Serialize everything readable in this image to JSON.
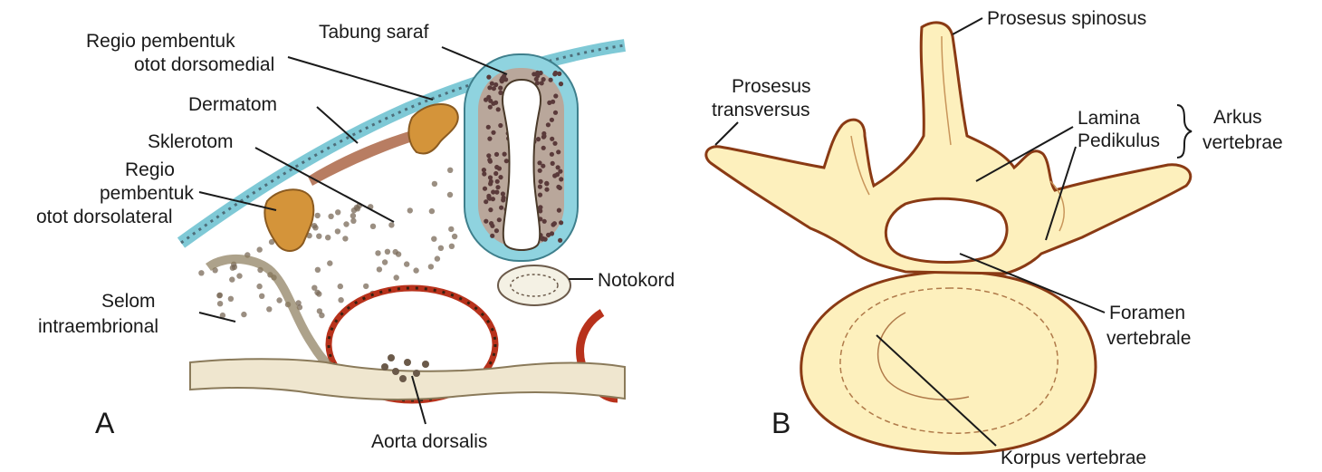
{
  "panel_a": {
    "letter": "A",
    "labels": {
      "regio_dorsomedial_1": "Regio pembentuk",
      "regio_dorsomedial_2": "otot dorsomedial",
      "tabung_saraf": "Tabung saraf",
      "dermatom": "Dermatom",
      "sklerotom": "Sklerotom",
      "regio_dorsolateral_1": "Regio",
      "regio_dorsolateral_2": "pembentuk",
      "regio_dorsolateral_3": "otot dorsolateral",
      "selom_1": "Selom",
      "selom_2": "intraembrional",
      "notokord": "Notokord",
      "aorta_dorsalis": "Aorta dorsalis"
    }
  },
  "panel_b": {
    "letter": "B",
    "labels": {
      "prosesus_spinosus": "Prosesus spinosus",
      "prosesus_transversus_1": "Prosesus",
      "prosesus_transversus_2": "transversus",
      "lamina": "Lamina",
      "pedikulus": "Pedikulus",
      "arkus_1": "Arkus",
      "arkus_2": "vertebrae",
      "foramen_1": "Foramen",
      "foramen_2": "vertebrale",
      "korpus_vertebrae": "Korpus vertebrae"
    }
  },
  "colors": {
    "neural_tube_fill": "#8fd3df",
    "muscle_region_fill": "#d4943a",
    "bone_fill": "#fdf0bd",
    "bone_outline": "#8a3a14",
    "aorta_wall": "#b8321c",
    "cell_dot": "#6b5a4a"
  }
}
